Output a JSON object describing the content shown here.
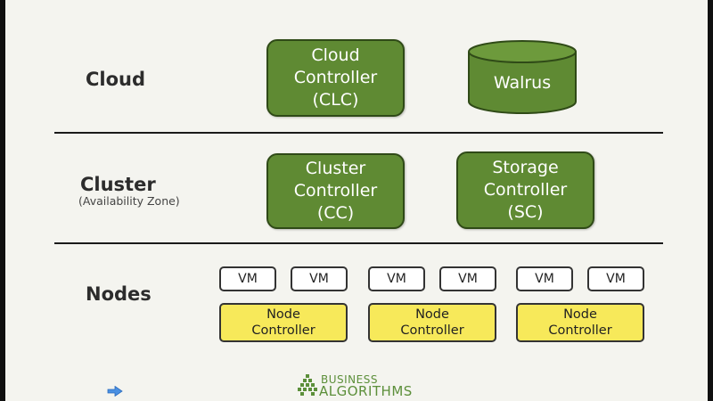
{
  "tiers": {
    "cloud": {
      "label": "Cloud"
    },
    "cluster": {
      "label": "Cluster",
      "sublabel": "(Availability Zone)"
    },
    "nodes": {
      "label": "Nodes"
    }
  },
  "cloud_controller": {
    "line1": "Cloud",
    "line2": "Controller",
    "line3": "(CLC)"
  },
  "walrus": {
    "label": "Walrus"
  },
  "cluster_controller": {
    "line1": "Cluster",
    "line2": "Controller",
    "line3": "(CC)"
  },
  "storage_controller": {
    "line1": "Storage",
    "line2": "Controller",
    "line3": "(SC)"
  },
  "node_groups": [
    {
      "vms": [
        "VM",
        "VM"
      ],
      "controller_line1": "Node",
      "controller_line2": "Controller"
    },
    {
      "vms": [
        "VM",
        "VM"
      ],
      "controller_line1": "Node",
      "controller_line2": "Controller"
    },
    {
      "vms": [
        "VM",
        "VM"
      ],
      "controller_line1": "Node",
      "controller_line2": "Controller"
    }
  ],
  "logo": {
    "line1": "BUSINESS",
    "line2": "ALGORITHMS"
  },
  "colors": {
    "controller_green": "#5f8a33",
    "node_yellow": "#f7e95a",
    "logo_green": "#5c8f3a",
    "arrow_blue": "#4a90e2"
  },
  "icons": {
    "nav_arrow": "right-arrow-icon",
    "logo_mark": "logo-icon"
  }
}
